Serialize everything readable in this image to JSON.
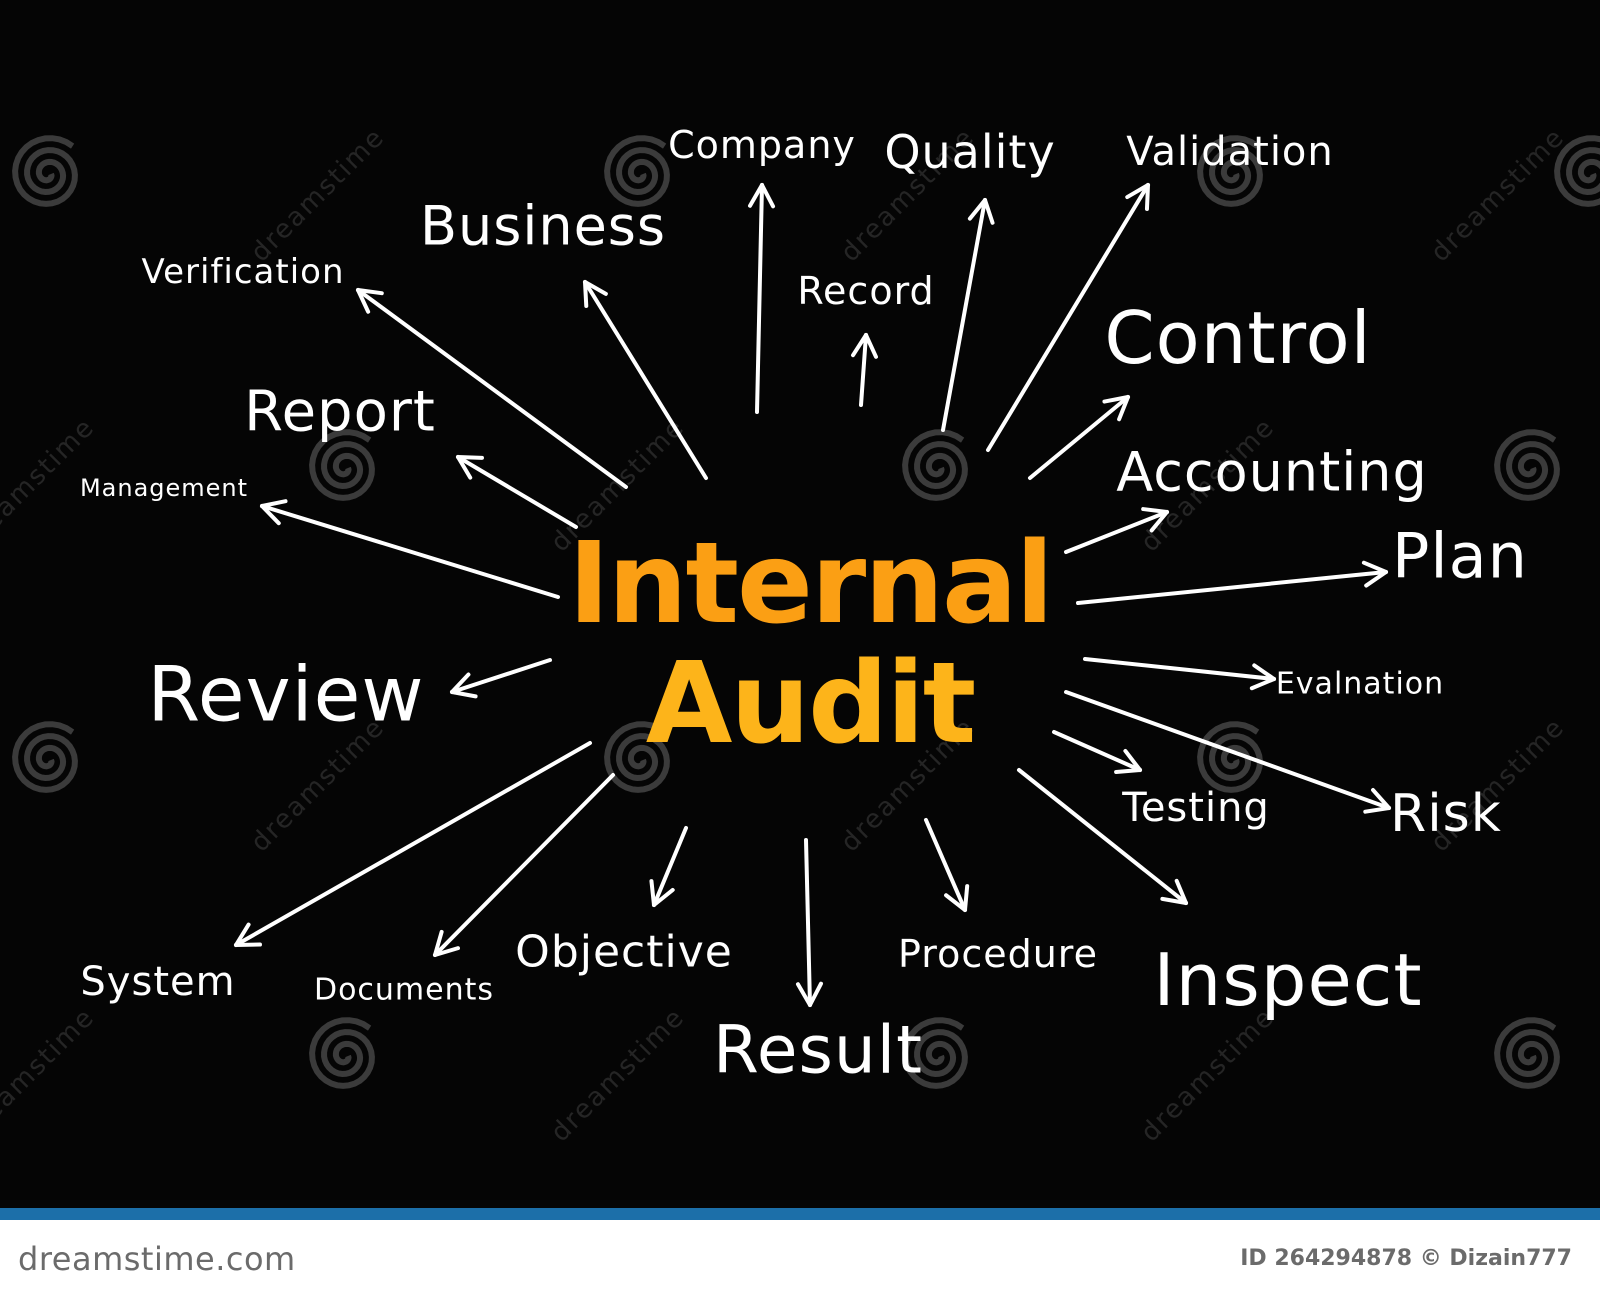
{
  "center": {
    "line1": "Internal",
    "line2": "Audit"
  },
  "terms": {
    "company": "Company",
    "quality": "Quality",
    "validation": "Validation",
    "business": "Business",
    "verification": "Verification",
    "record": "Record",
    "control": "Control",
    "report": "Report",
    "management": "Management",
    "accounting": "Accounting",
    "plan": "Plan",
    "review": "Review",
    "evalnation": "Evalnation",
    "testing": "Testing",
    "risk": "Risk",
    "system": "System",
    "documents": "Documents",
    "objective": "Objective",
    "procedure": "Procedure",
    "inspect": "Inspect",
    "result": "Result"
  },
  "watermark": {
    "text": "dreamstime"
  },
  "footer": {
    "brand": "dreamstime.com",
    "credit": "ID 264294878 © Dizain777"
  },
  "colors": {
    "background": "#050505",
    "center_top": "#fb9f14",
    "center_bottom": "#fdb41a",
    "footer_stripe": "#1c6fa9"
  }
}
